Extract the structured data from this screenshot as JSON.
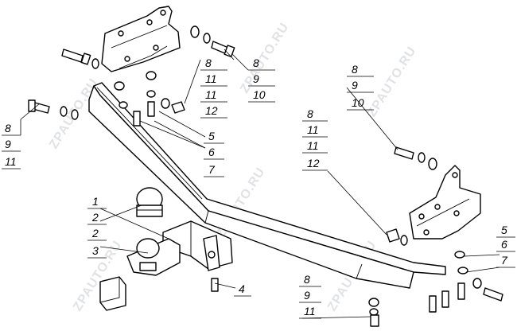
{
  "watermark": "ZPAUTO.RU",
  "callouts": {
    "top_center": [
      "8",
      "11",
      "11",
      "12"
    ],
    "top_right": [
      "8",
      "9",
      "10"
    ],
    "left": [
      "8",
      "9",
      "11"
    ],
    "center_right": [
      "5",
      "6",
      "7"
    ],
    "right_upper": [
      "8",
      "11",
      "11",
      "12"
    ],
    "right_top": [
      "8",
      "9",
      "10"
    ],
    "left_lower": [
      "1",
      "2",
      "2",
      "3"
    ],
    "ball_bolt": [
      "4"
    ],
    "bottom": [
      "8",
      "9",
      "11"
    ],
    "right_lower": [
      "5",
      "6",
      "7"
    ]
  }
}
